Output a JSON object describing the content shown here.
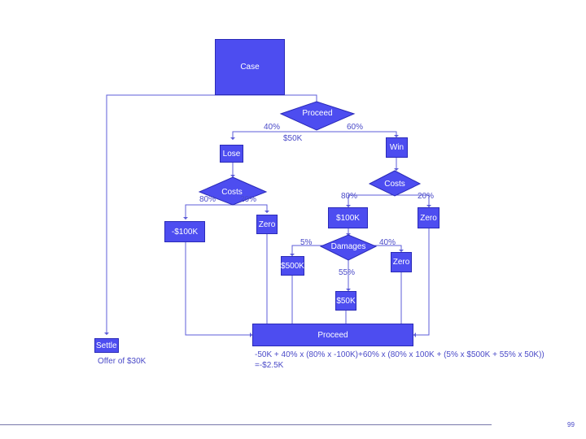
{
  "nodes": {
    "case": "Case",
    "proceed_top": "Proceed",
    "lose": "Lose",
    "win": "Win",
    "costs_left": "Costs",
    "costs_right": "Costs",
    "minus_100k": "-$100K",
    "zero_left": "Zero",
    "plus_100k": "$100K",
    "zero_right": "Zero",
    "damages": "Damages",
    "d500k": "$500K",
    "zero_damages": "Zero",
    "d50k": "$50K",
    "proceed_bottom": "Proceed",
    "settle": "Settle"
  },
  "labels": {
    "p40": "40%",
    "p60": "60%",
    "cost50": "$50K",
    "lose_costs_80": "80%",
    "lose_costs_20": "20%",
    "win_costs_80": "80%",
    "win_costs_20": "20%",
    "dmg_5": "5%",
    "dmg_40": "40%",
    "dmg_55": "55%",
    "settle_offer": "Offer of $30K"
  },
  "formula": {
    "line1": "-50K + 40% x (80% x -100K)+60% x (80% x 100K + (5% x $500K + 55% x 50K))",
    "line2": "=-$2.5K"
  },
  "page_number": "99",
  "colors": {
    "node_fill": "#4d4df0",
    "connector": "#5d5dd8",
    "label_text": "#4a4ac8"
  }
}
